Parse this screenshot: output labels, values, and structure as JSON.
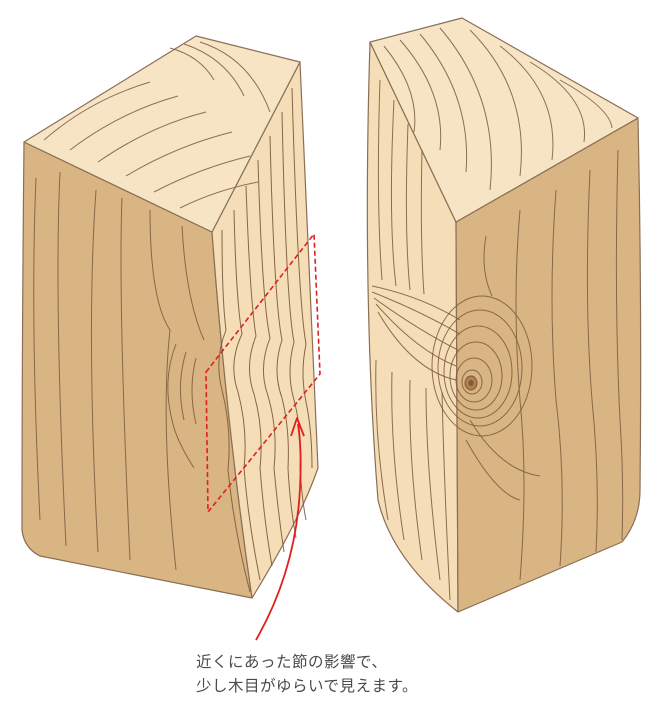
{
  "caption": {
    "line1": "近くにあった節の影響で、",
    "line2": "少し木目がゆらいで見えます。"
  },
  "colors": {
    "outline": "#8a6f55",
    "grain": "#7a5a3c",
    "top_face": "#f7e4c4",
    "light_face": "#f4ddb7",
    "dark_face": "#d9b583",
    "highlight_box": "#e0201c",
    "arrow": "#e0201c",
    "caption_text": "#4a4a4a"
  },
  "icons": {
    "wood-block-left": "split wooden block, left half with wavy grain",
    "wood-block-right": "split wooden block, right half with knot",
    "highlight-box": "dashed red rectangle",
    "pointer-arrow": "red curved arrow"
  }
}
